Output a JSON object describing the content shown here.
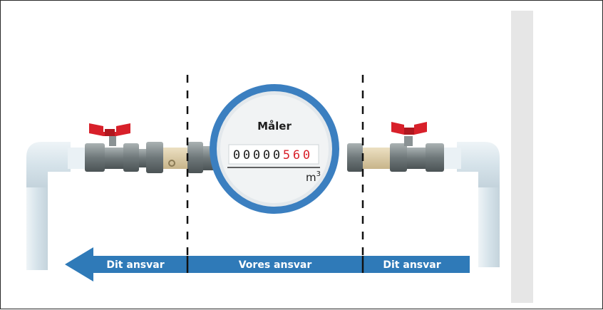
{
  "meter": {
    "title": "Måler",
    "digits_black": [
      "0",
      "0",
      "0",
      "0",
      "0"
    ],
    "digits_red": [
      "5",
      "6",
      "0"
    ],
    "unit_base": "m",
    "unit_exp": "3"
  },
  "arrow": {
    "left_label": "Dit ansvar",
    "middle_label": "Vores ansvar",
    "right_label": "Dit ansvar"
  },
  "colors": {
    "arrow": "#2f7ab8",
    "meter_ring": "#3b7fc0",
    "valve_handle": "#d8202a",
    "pipe": "#dce7ee",
    "fitting": "#7a8486",
    "brass": "#d8c7a0",
    "wall": "#e6e6e6"
  }
}
